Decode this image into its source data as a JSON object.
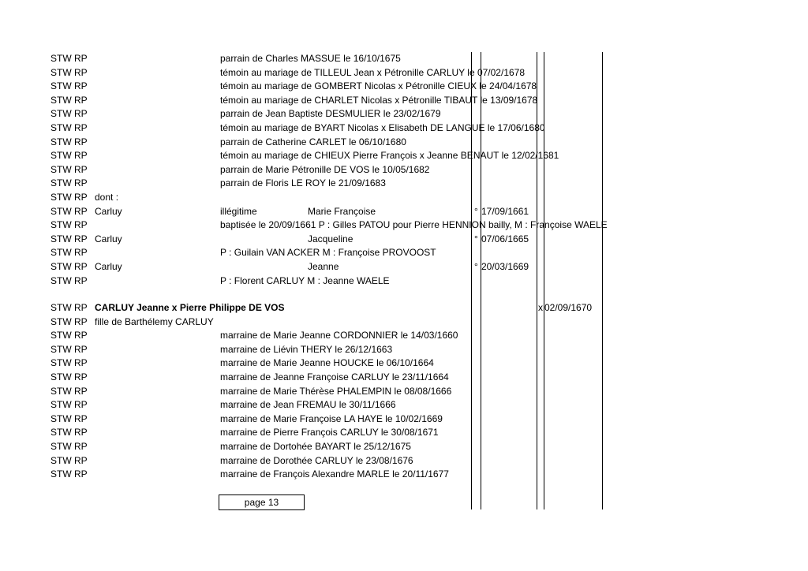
{
  "rows": [
    {
      "col1": "STW",
      "col2": "RP",
      "col3": "",
      "col4": "parrain de Charles MASSUE le 16/10/1675",
      "col5": "",
      "col6": "",
      "col7": "",
      "col8": "",
      "col9": ""
    },
    {
      "col1": "STW",
      "col2": "RP",
      "col3": "",
      "col4": "témoin au mariage de TILLEUL Jean x Pétronille CARLUY le 07/02/1678",
      "col5": "",
      "col6": "",
      "col7": "",
      "col8": "",
      "col9": ""
    },
    {
      "col1": "STW",
      "col2": "RP",
      "col3": "",
      "col4": "témoin au mariage de GOMBERT Nicolas x Pétronille CIEUX le 24/04/1678",
      "col5": "",
      "col6": "",
      "col7": "",
      "col8": "",
      "col9": ""
    },
    {
      "col1": "STW",
      "col2": "RP",
      "col3": "",
      "col4": "témoin au mariage de CHARLET Nicolas x Pétronille TIBAUT le 13/09/1678",
      "col5": "",
      "col6": "",
      "col7": "",
      "col8": "",
      "col9": ""
    },
    {
      "col1": "STW",
      "col2": "RP",
      "col3": "",
      "col4": "parrain de Jean Baptiste DESMULIER le 23/02/1679",
      "col5": "",
      "col6": "",
      "col7": "",
      "col8": "",
      "col9": ""
    },
    {
      "col1": "STW",
      "col2": "RP",
      "col3": "",
      "col4": "témoin au mariage de BYART Nicolas x Elisabeth DE LANGUE le 17/06/1680",
      "col5": "",
      "col6": "",
      "col7": "",
      "col8": "",
      "col9": ""
    },
    {
      "col1": "STW",
      "col2": "RP",
      "col3": "",
      "col4": "parrain de Catherine CARLET le 06/10/1680",
      "col5": "",
      "col6": "",
      "col7": "",
      "col8": "",
      "col9": ""
    },
    {
      "col1": "STW",
      "col2": "RP",
      "col3": "",
      "col4": "témoin au mariage de CHIEUX Pierre François x Jeanne BENAUT le 12/02/1681",
      "col5": "",
      "col6": "",
      "col7": "",
      "col8": "",
      "col9": ""
    },
    {
      "col1": "STW",
      "col2": "RP",
      "col3": "",
      "col4": "parrain de Marie Pétronille DE VOS le 10/05/1682",
      "col5": "",
      "col6": "",
      "col7": "",
      "col8": "",
      "col9": ""
    },
    {
      "col1": "STW",
      "col2": "RP",
      "col3": "",
      "col4": "parrain de Floris LE ROY le 21/09/1683",
      "col5": "",
      "col6": "",
      "col7": "",
      "col8": "",
      "col9": ""
    },
    {
      "col1": "STW",
      "col2": "RP",
      "col3": "dont :",
      "col4": "",
      "col5": "",
      "col6": "",
      "col7": "",
      "col8": "",
      "col9": ""
    },
    {
      "col1": "STW",
      "col2": "RP",
      "col3": "Carluy",
      "col4": "illégitime",
      "col5": "Marie Françoise",
      "col6": "°",
      "col7": "17/09/1661",
      "col8": "",
      "col9": ""
    },
    {
      "col1": "STW",
      "col2": "RP",
      "col3": "",
      "col4": "baptisée le 20/09/1661 P : Gilles PATOU pour Pierre HENNION bailly, M : Françoise WAELE",
      "col5": "",
      "col6": "",
      "col7": "",
      "col8": "",
      "col9": ""
    },
    {
      "col1": "STW",
      "col2": "RP",
      "col3": "Carluy",
      "col4": "",
      "col5": "Jacqueline",
      "col6": "°",
      "col7": "07/06/1665",
      "col8": "",
      "col9": ""
    },
    {
      "col1": "STW",
      "col2": "RP",
      "col3": "",
      "col4": "P : Guilain VAN ACKER M : Françoise PROVOOST",
      "col5": "",
      "col6": "",
      "col7": "",
      "col8": "",
      "col9": ""
    },
    {
      "col1": "STW",
      "col2": "RP",
      "col3": "Carluy",
      "col4": "",
      "col5": "Jeanne",
      "col6": "°",
      "col7": "20/03/1669",
      "col8": "",
      "col9": ""
    },
    {
      "col1": "STW",
      "col2": "RP",
      "col3": "",
      "col4": "P : Florent CARLUY M : Jeanne WAELE",
      "col5": "",
      "col6": "",
      "col7": "",
      "col8": "",
      "col9": ""
    },
    {
      "col1": "",
      "col2": "",
      "col3": "",
      "col4": "",
      "col5": "",
      "col6": "",
      "col7": "",
      "col8": "",
      "col9": ""
    },
    {
      "col1": "STW",
      "col2": "RP",
      "col3": "CARLUY Jeanne x Pierre Philippe DE VOS",
      "col4": "",
      "col5": "",
      "col6": "",
      "col7": "",
      "col8": "x",
      "col9": "02/09/1670",
      "bold3": true
    },
    {
      "col1": "STW",
      "col2": "RP",
      "col3": "fille de Barthélemy CARLUY",
      "col4": "",
      "col5": "",
      "col6": "",
      "col7": "",
      "col8": "",
      "col9": ""
    },
    {
      "col1": "STW",
      "col2": "RP",
      "col3": "",
      "col4": "marraine de Marie Jeanne CORDONNIER le 14/03/1660",
      "col5": "",
      "col6": "",
      "col7": "",
      "col8": "",
      "col9": ""
    },
    {
      "col1": "STW",
      "col2": "RP",
      "col3": "",
      "col4": "marraine de Liévin THERY le 26/12/1663",
      "col5": "",
      "col6": "",
      "col7": "",
      "col8": "",
      "col9": ""
    },
    {
      "col1": "STW",
      "col2": "RP",
      "col3": "",
      "col4": "marraine de Marie Jeanne HOUCKE le 06/10/1664",
      "col5": "",
      "col6": "",
      "col7": "",
      "col8": "",
      "col9": ""
    },
    {
      "col1": "STW",
      "col2": "RP",
      "col3": "",
      "col4": "marraine de Jeanne Françoise CARLUY le 23/11/1664",
      "col5": "",
      "col6": "",
      "col7": "",
      "col8": "",
      "col9": ""
    },
    {
      "col1": "STW",
      "col2": "RP",
      "col3": "",
      "col4": "marraine de Marie Thérèse PHALEMPIN le 08/08/1666",
      "col5": "",
      "col6": "",
      "col7": "",
      "col8": "",
      "col9": ""
    },
    {
      "col1": "STW",
      "col2": "RP",
      "col3": "",
      "col4": "marraine de Jean FREMAU le 30/11/1666",
      "col5": "",
      "col6": "",
      "col7": "",
      "col8": "",
      "col9": ""
    },
    {
      "col1": "STW",
      "col2": "RP",
      "col3": "",
      "col4": "marraine de Marie Françoise LA HAYE le 10/02/1669",
      "col5": "",
      "col6": "",
      "col7": "",
      "col8": "",
      "col9": ""
    },
    {
      "col1": "STW",
      "col2": "RP",
      "col3": "",
      "col4": "marraine de Pierre François CARLUY le 30/08/1671",
      "col5": "",
      "col6": "",
      "col7": "",
      "col8": "",
      "col9": ""
    },
    {
      "col1": "STW",
      "col2": "RP",
      "col3": "",
      "col4": "marraine de Dortohée BAYART le 25/12/1675",
      "col5": "",
      "col6": "",
      "col7": "",
      "col8": "",
      "col9": ""
    },
    {
      "col1": "STW",
      "col2": "RP",
      "col3": "",
      "col4": "marraine de Dorothée CARLUY le 23/08/1676",
      "col5": "",
      "col6": "",
      "col7": "",
      "col8": "",
      "col9": ""
    },
    {
      "col1": "STW",
      "col2": "RP",
      "col3": "",
      "col4": "marraine de François Alexandre MARLE le 20/11/1677",
      "col5": "",
      "col6": "",
      "col7": "",
      "col8": "",
      "col9": ""
    }
  ],
  "footer": {
    "page_label": "page 13"
  }
}
